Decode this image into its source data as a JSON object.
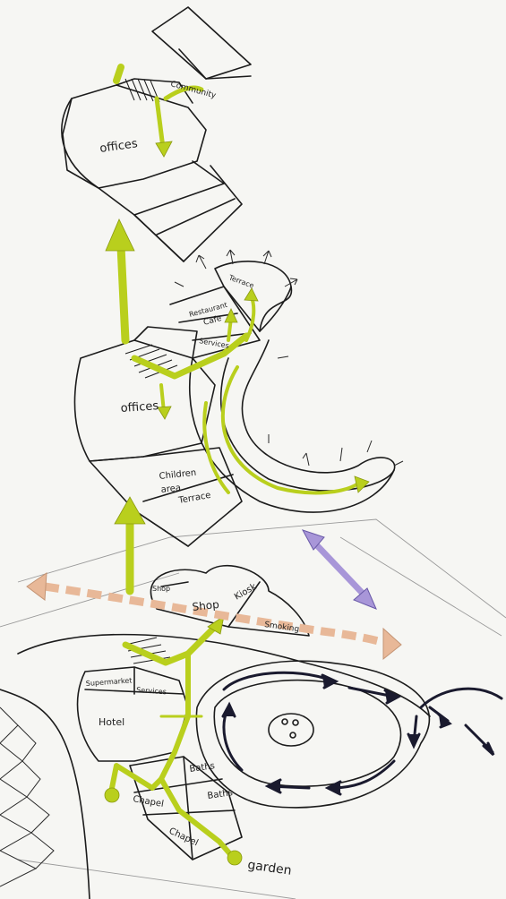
{
  "labels": {
    "community": "Community",
    "offices_top": "offices",
    "restaurant": "Restaurant",
    "cafe": "Cafe",
    "terrace_top": "Terrace",
    "services_mid": "Services",
    "offices_mid": "offices",
    "children_area": "Children",
    "children_area_2": "area",
    "terrace_mid": "Terrace",
    "shop_small": "Shop",
    "shop": "Shop",
    "kiosk": "Kiosk",
    "smoking": "Smoking",
    "supermarket": "Supermarket",
    "services_low": "Services",
    "hotel": "Hotel",
    "baths_1": "Baths",
    "baths_2": "Baths",
    "chapel_1": "Chapel",
    "chapel_2": "Chapel",
    "garden": "garden"
  },
  "colors": {
    "circulation": "#b9cf1d",
    "ink": "#1c1c1c",
    "salmon_arrow": "#e8b898",
    "purple_arrow": "#a896d8",
    "vehicle_arrow": "#1a1a2e"
  }
}
